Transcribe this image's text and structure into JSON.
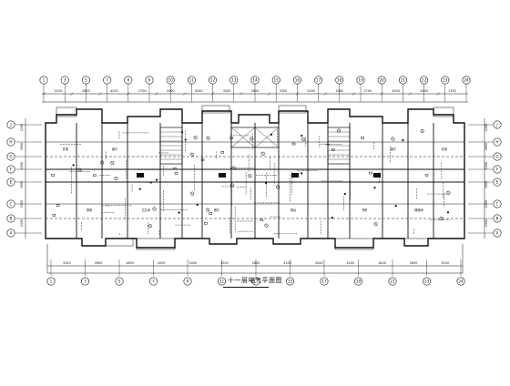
{
  "drawing": {
    "caption": "十一层电气平面图",
    "top_axes": [
      "1",
      "3",
      "5",
      "7",
      "8",
      "9",
      "10",
      "11",
      "12",
      "13",
      "14",
      "15",
      "16",
      "17",
      "18",
      "19",
      "20",
      "21",
      "22",
      "23",
      "24"
    ],
    "bottom_axes": [
      "1",
      "3",
      "5",
      "7",
      "9",
      "11",
      "13",
      "15",
      "17",
      "19",
      "21",
      "23",
      "24"
    ],
    "left_axes": [
      "J",
      "H",
      "G",
      "F",
      "E",
      "C",
      "B",
      "A"
    ],
    "right_axes": [
      "J",
      "H",
      "G",
      "F",
      "E",
      "C",
      "B",
      "A"
    ],
    "top_dims": [
      "1300",
      "2600",
      "4200",
      "2700",
      "2000",
      "4200",
      "3300",
      "2800",
      "3300",
      "4200",
      "2000",
      "2700",
      "4200",
      "2600",
      "1300"
    ],
    "bottom_dims": [
      "3100",
      "2600",
      "1800",
      "4200",
      "2000",
      "4200",
      "2600",
      "4200",
      "2000",
      "4200",
      "1800",
      "2600",
      "3100"
    ],
    "left_dims": [
      "1200",
      "3000",
      "1500",
      "3900",
      "1500",
      "2400"
    ],
    "room_labels": [
      "卧室",
      "客厅",
      "厨房",
      "卫生间",
      "餐厅",
      "阳台",
      "书房",
      "楼梯间"
    ],
    "colors": {
      "line": "#111111",
      "paper": "#ffffff",
      "dim": "#333333"
    }
  }
}
